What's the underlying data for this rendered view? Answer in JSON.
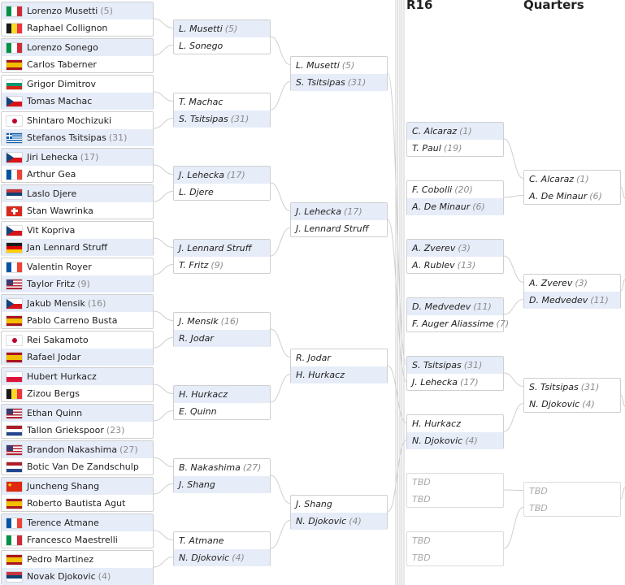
{
  "round_headers": {
    "r16": "R16",
    "qf": "Quarters"
  },
  "colors": {
    "winner_bg": "#e6ecf8",
    "line": "#cfcfcf",
    "seed": "#8c8c8c",
    "tbd": "#a8a8a8"
  },
  "round1": [
    {
      "players": [
        {
          "name": "Lorenzo Musetti",
          "seed": "(5)",
          "flag": "italy-flag",
          "won": true
        },
        {
          "name": "Raphael Collignon",
          "seed": "",
          "flag": "belgium-flag",
          "won": false
        }
      ]
    },
    {
      "players": [
        {
          "name": "Lorenzo Sonego",
          "seed": "",
          "flag": "italy-flag",
          "won": true
        },
        {
          "name": "Carlos Taberner",
          "seed": "",
          "flag": "spain-flag",
          "won": false
        }
      ]
    },
    {
      "players": [
        {
          "name": "Grigor Dimitrov",
          "seed": "",
          "flag": "bulgaria-flag",
          "won": false
        },
        {
          "name": "Tomas Machac",
          "seed": "",
          "flag": "czech-flag",
          "won": true
        }
      ]
    },
    {
      "players": [
        {
          "name": "Shintaro Mochizuki",
          "seed": "",
          "flag": "japan-flag",
          "won": false
        },
        {
          "name": "Stefanos Tsitsipas",
          "seed": "(31)",
          "flag": "greece-flag",
          "won": true
        }
      ]
    },
    {
      "players": [
        {
          "name": "Jiri Lehecka",
          "seed": "(17)",
          "flag": "czech-flag",
          "won": true
        },
        {
          "name": "Arthur Gea",
          "seed": "",
          "flag": "france-flag",
          "won": false
        }
      ]
    },
    {
      "players": [
        {
          "name": "Laslo Djere",
          "seed": "",
          "flag": "serbia-flag",
          "won": true
        },
        {
          "name": "Stan Wawrinka",
          "seed": "",
          "flag": "switzerland-flag",
          "won": false
        }
      ]
    },
    {
      "players": [
        {
          "name": "Vit Kopriva",
          "seed": "",
          "flag": "czech-flag",
          "won": false
        },
        {
          "name": "Jan Lennard Struff",
          "seed": "",
          "flag": "germany-flag",
          "won": true
        }
      ]
    },
    {
      "players": [
        {
          "name": "Valentin Royer",
          "seed": "",
          "flag": "france-flag",
          "won": false
        },
        {
          "name": "Taylor Fritz",
          "seed": "(9)",
          "flag": "usa-flag",
          "won": true
        }
      ]
    },
    {
      "players": [
        {
          "name": "Jakub Mensik",
          "seed": "(16)",
          "flag": "czech-flag",
          "won": true
        },
        {
          "name": "Pablo Carreno Busta",
          "seed": "",
          "flag": "spain-flag",
          "won": false
        }
      ]
    },
    {
      "players": [
        {
          "name": "Rei Sakamoto",
          "seed": "",
          "flag": "japan-flag",
          "won": false
        },
        {
          "name": "Rafael Jodar",
          "seed": "",
          "flag": "spain-flag",
          "won": true
        }
      ]
    },
    {
      "players": [
        {
          "name": "Hubert Hurkacz",
          "seed": "",
          "flag": "poland-flag",
          "won": true
        },
        {
          "name": "Zizou Bergs",
          "seed": "",
          "flag": "belgium-flag",
          "won": false
        }
      ]
    },
    {
      "players": [
        {
          "name": "Ethan Quinn",
          "seed": "",
          "flag": "usa-flag",
          "won": true
        },
        {
          "name": "Tallon Griekspoor",
          "seed": "(23)",
          "flag": "netherlands-flag",
          "won": false
        }
      ]
    },
    {
      "players": [
        {
          "name": "Brandon Nakashima",
          "seed": "(27)",
          "flag": "usa-flag",
          "won": true
        },
        {
          "name": "Botic Van De Zandschulp",
          "seed": "",
          "flag": "netherlands-flag",
          "won": false
        }
      ]
    },
    {
      "players": [
        {
          "name": "Juncheng Shang",
          "seed": "",
          "flag": "china-flag",
          "won": true
        },
        {
          "name": "Roberto Bautista Agut",
          "seed": "",
          "flag": "spain-flag",
          "won": false
        }
      ]
    },
    {
      "players": [
        {
          "name": "Terence Atmane",
          "seed": "",
          "flag": "france-flag",
          "won": true
        },
        {
          "name": "Francesco Maestrelli",
          "seed": "",
          "flag": "italy-flag",
          "won": false
        }
      ]
    },
    {
      "players": [
        {
          "name": "Pedro Martinez",
          "seed": "",
          "flag": "spain-flag",
          "won": false
        },
        {
          "name": "Novak Djokovic",
          "seed": "(4)",
          "flag": "serbia-flag",
          "won": true
        }
      ]
    }
  ],
  "round2": [
    {
      "players": [
        {
          "name": "L. Musetti",
          "seed": "(5)",
          "won": true
        },
        {
          "name": "L. Sonego",
          "seed": "",
          "won": false
        }
      ]
    },
    {
      "players": [
        {
          "name": "T. Machac",
          "seed": "",
          "won": false
        },
        {
          "name": "S. Tsitsipas",
          "seed": "(31)",
          "won": true
        }
      ]
    },
    {
      "players": [
        {
          "name": "J. Lehecka",
          "seed": "(17)",
          "won": true
        },
        {
          "name": "L. Djere",
          "seed": "",
          "won": false
        }
      ]
    },
    {
      "players": [
        {
          "name": "J. Lennard Struff",
          "seed": "",
          "won": true
        },
        {
          "name": "T. Fritz",
          "seed": "(9)",
          "won": false
        }
      ]
    },
    {
      "players": [
        {
          "name": "J. Mensik",
          "seed": "(16)",
          "won": false
        },
        {
          "name": "R. Jodar",
          "seed": "",
          "won": true
        }
      ]
    },
    {
      "players": [
        {
          "name": "H. Hurkacz",
          "seed": "",
          "won": true
        },
        {
          "name": "E. Quinn",
          "seed": "",
          "won": false
        }
      ]
    },
    {
      "players": [
        {
          "name": "B. Nakashima",
          "seed": "(27)",
          "won": false
        },
        {
          "name": "J. Shang",
          "seed": "",
          "won": true
        }
      ]
    },
    {
      "players": [
        {
          "name": "T. Atmane",
          "seed": "",
          "won": false
        },
        {
          "name": "N. Djokovic",
          "seed": "(4)",
          "won": true
        }
      ]
    }
  ],
  "round3": [
    {
      "players": [
        {
          "name": "L. Musetti",
          "seed": "(5)",
          "won": false
        },
        {
          "name": "S. Tsitsipas",
          "seed": "(31)",
          "won": true
        }
      ]
    },
    {
      "players": [
        {
          "name": "J. Lehecka",
          "seed": "(17)",
          "won": true
        },
        {
          "name": "J. Lennard Struff",
          "seed": "",
          "won": false
        }
      ]
    },
    {
      "players": [
        {
          "name": "R. Jodar",
          "seed": "",
          "won": false
        },
        {
          "name": "H. Hurkacz",
          "seed": "",
          "won": true
        }
      ]
    },
    {
      "players": [
        {
          "name": "J. Shang",
          "seed": "",
          "won": false
        },
        {
          "name": "N. Djokovic",
          "seed": "(4)",
          "won": true
        }
      ]
    }
  ],
  "r16": [
    {
      "players": [
        {
          "name": "C. Alcaraz",
          "seed": "(1)",
          "won": true
        },
        {
          "name": "T. Paul",
          "seed": "(19)",
          "won": false
        }
      ]
    },
    {
      "players": [
        {
          "name": "F. Cobolli",
          "seed": "(20)",
          "won": false
        },
        {
          "name": "A. De Minaur",
          "seed": "(6)",
          "won": true
        }
      ]
    },
    {
      "players": [
        {
          "name": "A. Zverev",
          "seed": "(3)",
          "won": true
        },
        {
          "name": "A. Rublev",
          "seed": "(13)",
          "won": false
        }
      ]
    },
    {
      "players": [
        {
          "name": "D. Medvedev",
          "seed": "(11)",
          "won": true
        },
        {
          "name": "F. Auger Aliassime",
          "seed": "(7)",
          "won": false
        }
      ]
    },
    {
      "players": [
        {
          "name": "S. Tsitsipas",
          "seed": "(31)",
          "won": true
        },
        {
          "name": "J. Lehecka",
          "seed": "(17)",
          "won": false
        }
      ]
    },
    {
      "players": [
        {
          "name": "H. Hurkacz",
          "seed": "",
          "won": false
        },
        {
          "name": "N. Djokovic",
          "seed": "(4)",
          "won": true
        }
      ]
    },
    {
      "players": [
        {
          "name": "TBD",
          "seed": "",
          "won": false,
          "tbd": true
        },
        {
          "name": "TBD",
          "seed": "",
          "won": false,
          "tbd": true
        }
      ]
    },
    {
      "players": [
        {
          "name": "TBD",
          "seed": "",
          "won": false,
          "tbd": true
        },
        {
          "name": "TBD",
          "seed": "",
          "won": false,
          "tbd": true
        }
      ]
    }
  ],
  "quarters": [
    {
      "players": [
        {
          "name": "C. Alcaraz",
          "seed": "(1)",
          "won": false
        },
        {
          "name": "A. De Minaur",
          "seed": "(6)",
          "won": false
        }
      ]
    },
    {
      "players": [
        {
          "name": "A. Zverev",
          "seed": "(3)",
          "won": false
        },
        {
          "name": "D. Medvedev",
          "seed": "(11)",
          "won": true
        }
      ]
    },
    {
      "players": [
        {
          "name": "S. Tsitsipas",
          "seed": "(31)",
          "won": false
        },
        {
          "name": "N. Djokovic",
          "seed": "(4)",
          "won": false
        }
      ]
    },
    {
      "players": [
        {
          "name": "TBD",
          "seed": "",
          "won": false,
          "tbd": true
        },
        {
          "name": "TBD",
          "seed": "",
          "won": false,
          "tbd": true
        }
      ]
    }
  ]
}
